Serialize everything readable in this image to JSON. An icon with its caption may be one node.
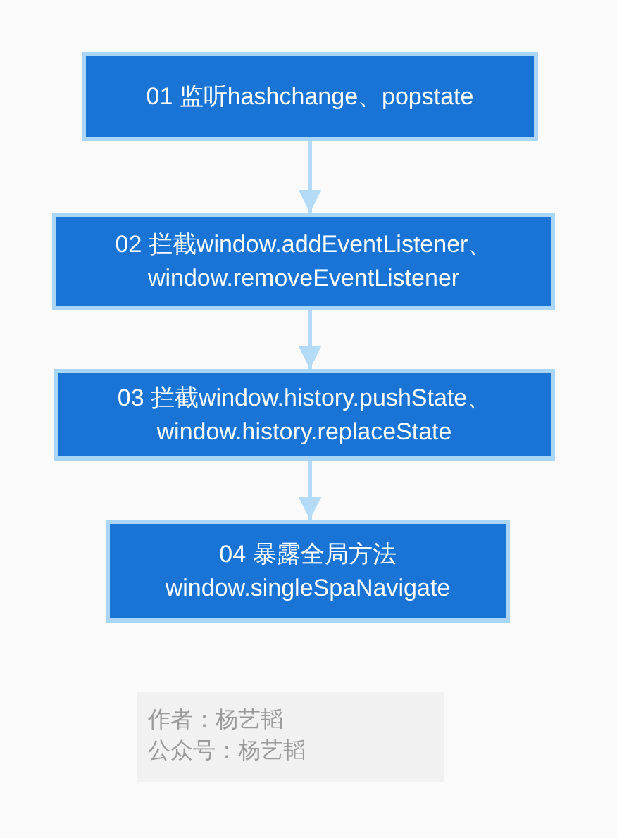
{
  "diagram": {
    "nodes": [
      {
        "text": [
          "01 监听hashchange、popstate"
        ]
      },
      {
        "text": [
          "02 拦截window.addEventListener、window.removeEventListener"
        ]
      },
      {
        "text": [
          "03 拦截window.history.pushState、window.history.replaceState"
        ]
      },
      {
        "text": [
          "04 暴露全局方法 window.singleSpaNavigate"
        ]
      },
      {
        "text": [
          "作者：杨艺韬",
          "公众号：杨艺韬"
        ]
      }
    ],
    "edges": [
      {
        "from": 0,
        "to": 1,
        "arrow": "to"
      },
      {
        "from": 1,
        "to": 2,
        "arrow": "to"
      },
      {
        "from": 2,
        "to": 3,
        "arrow": "to"
      }
    ]
  }
}
